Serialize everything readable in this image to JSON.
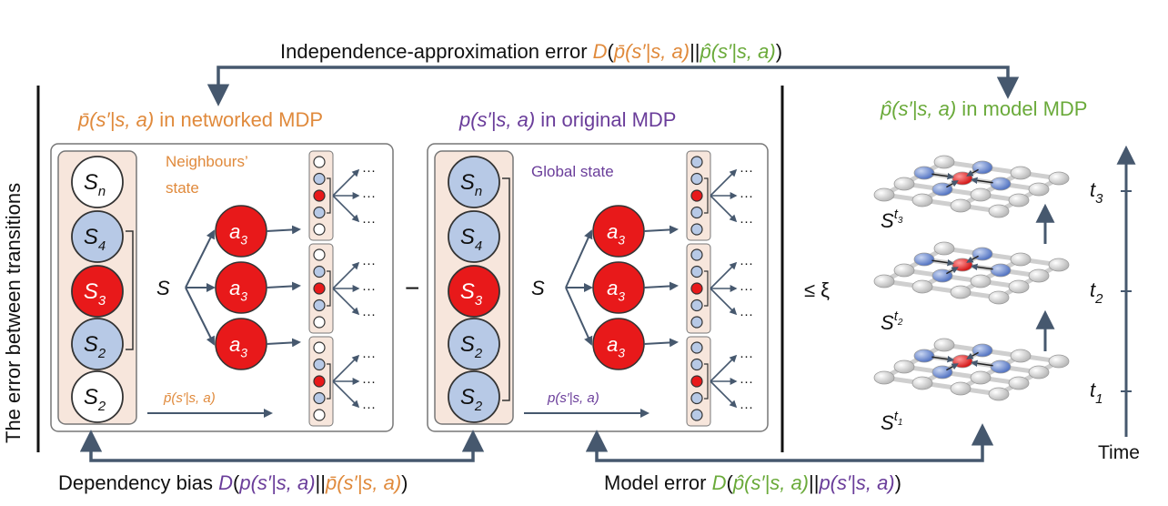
{
  "colors": {
    "orange": "#e08a3c",
    "purple": "#6a3d9a",
    "green": "#6aaa3a",
    "arrow": "#46586e",
    "node_blue": "#b7c9e6",
    "node_red": "#e8191a",
    "panel_fill": "#f7e6dc"
  },
  "vertical_axis_label": "The error between transitions",
  "independence_error": {
    "prefix": "Independence-approximation error ",
    "D": "D",
    "open": "(",
    "p_bar": "p̄(s′|s, a)",
    "sep": "||",
    "p_hat": "p̂(s′|s, a)",
    "close": ")"
  },
  "dependency_bias": {
    "prefix": "Dependency bias ",
    "D": "D",
    "open": "(",
    "p": "p(s′|s, a)",
    "sep": "||",
    "p_bar": "p̄(s′|s, a)",
    "close": ")"
  },
  "model_error": {
    "prefix": "Model error ",
    "D": "D",
    "open": "(",
    "p_hat": "p̂(s′|s, a)",
    "sep": "||",
    "p": "p(s′|s, a)",
    "close": ")"
  },
  "networked": {
    "title_expr": "p̄(s′|s, a)",
    "title_rest": " in networked MDP",
    "state_label": "Neighbours’",
    "state_label2": "state",
    "states": [
      "S",
      "S",
      "S",
      "S",
      "S"
    ],
    "state_subs": [
      "n",
      "4",
      "3",
      "2",
      "2"
    ],
    "s_label": "S",
    "action": "a",
    "action_sub": "3",
    "transition": "p̄(s′|s, a)"
  },
  "original": {
    "title_expr": "p(s′|s, a)",
    "title_rest": " in original MDP",
    "state_label": "Global state",
    "states": [
      "S",
      "S",
      "S",
      "S",
      "S"
    ],
    "state_subs": [
      "n",
      "4",
      "3",
      "2",
      "2"
    ],
    "s_label": "S",
    "action": "a",
    "action_sub": "3",
    "transition": "p(s′|s, a)"
  },
  "minus": "−",
  "leq_xi": "≤ ξ",
  "ellipsis": "···",
  "model": {
    "title_expr": "p̂(s′|s, a)",
    "title_rest": " in model MDP",
    "layers": [
      {
        "S": "S",
        "t": "t",
        "sub": "3"
      },
      {
        "S": "S",
        "t": "t",
        "sub": "2"
      },
      {
        "S": "S",
        "t": "t",
        "sub": "1"
      }
    ],
    "time_ticks": [
      {
        "t": "t",
        "sub": "3"
      },
      {
        "t": "t",
        "sub": "2"
      },
      {
        "t": "t",
        "sub": "1"
      }
    ],
    "time_label": "Time"
  }
}
